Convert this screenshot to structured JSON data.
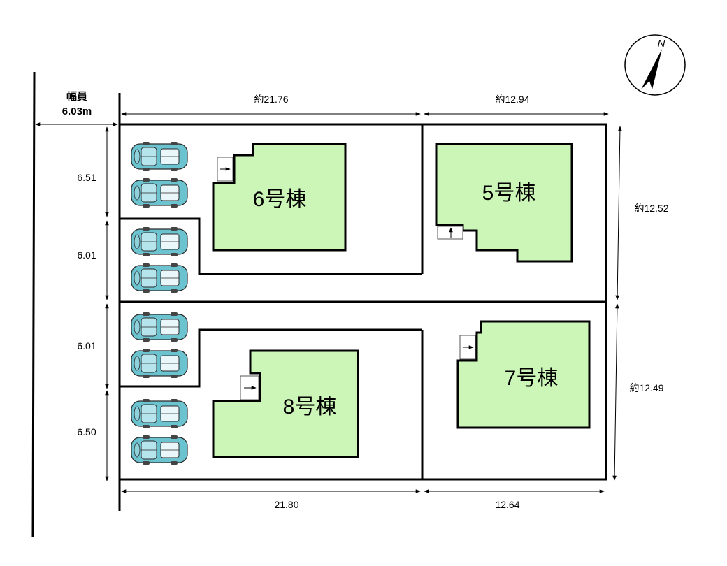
{
  "road": {
    "width_label": "幅員",
    "width_value": "6.03m"
  },
  "compass": {
    "north_label": "N"
  },
  "dimensions": {
    "top_left": "約21.76",
    "top_right": "約12.94",
    "bottom_left": "21.80",
    "bottom_right": "12.64",
    "right_upper": "約12.52",
    "right_lower": "約12.49",
    "left_1": "6.51",
    "left_2": "6.01",
    "left_3": "6.01",
    "left_4": "6.50"
  },
  "buildings": {
    "b6": "6号棟",
    "b5": "5号棟",
    "b8": "8号棟",
    "b7": "7号棟"
  },
  "colors": {
    "building_fill": "#ccf5b8",
    "car_body": "#6cc3d0",
    "line": "#000000"
  }
}
